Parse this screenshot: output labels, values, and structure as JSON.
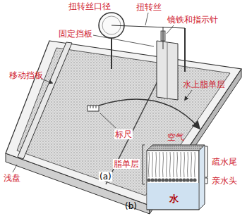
{
  "diagram": {
    "labels": [
      "扭转丝口径",
      "扭转丝",
      "镜铁和指示针",
      "固定挡板",
      "移动挡板",
      "水上脂单层",
      "标尺",
      "空气",
      "浅盘",
      "(a)",
      "脂单层",
      "疏水尾",
      "亲水头",
      "水",
      "(b)"
    ]
  }
}
